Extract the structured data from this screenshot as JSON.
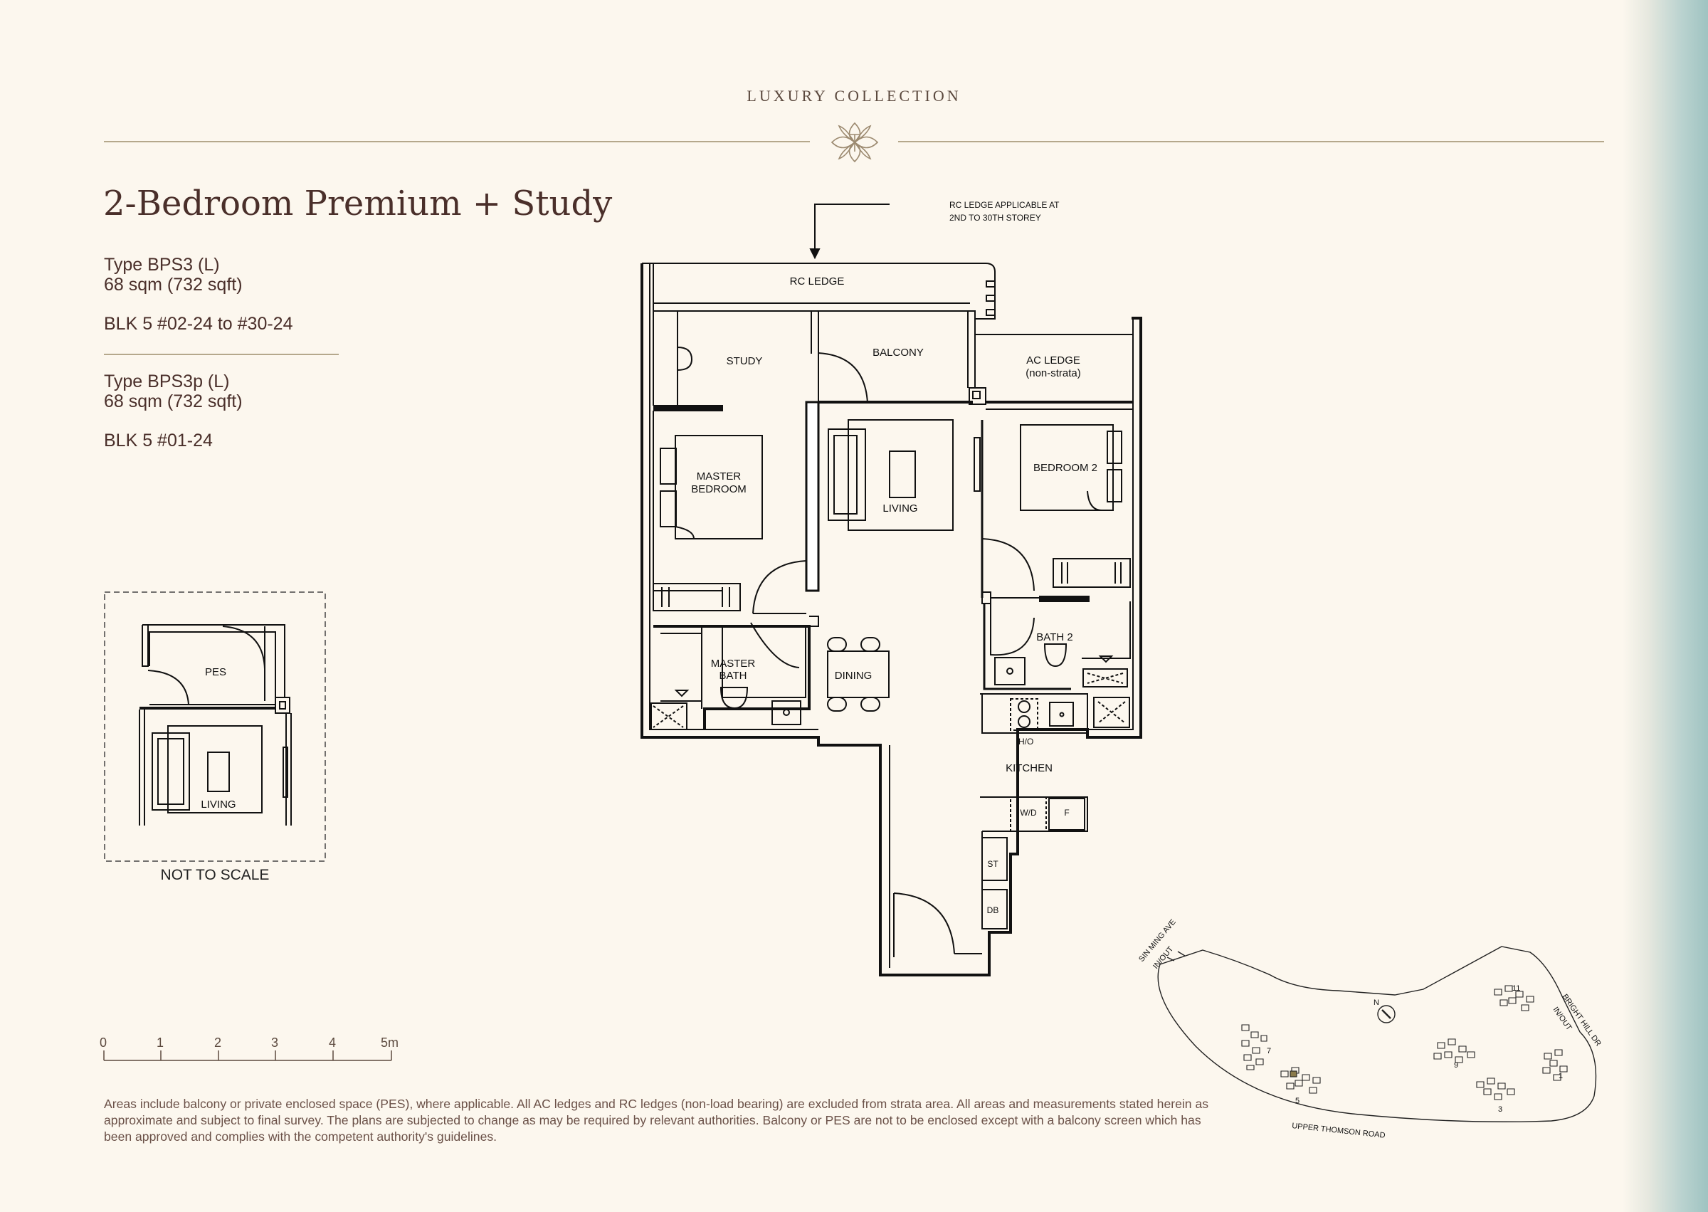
{
  "header": {
    "brand": "LUXURY COLLECTION"
  },
  "unit": {
    "title": "2-Bedroom Premium + Study",
    "type1": {
      "name": "Type BPS3 (L)",
      "area": "68 sqm (732 sqft)",
      "blk": "BLK 5 #02-24 to #30-24"
    },
    "type2": {
      "name": "Type BPS3p (L)",
      "area": "68 sqm (732 sqft)",
      "blk": "BLK 5 #01-24"
    }
  },
  "plan": {
    "ledge_note_line1": "RC LEDGE APPLICABLE AT",
    "ledge_note_line2": "2ND TO 30TH STOREY",
    "rooms": {
      "rc_ledge": "RC LEDGE",
      "study": "STUDY",
      "balcony": "BALCONY",
      "ac_ledge": "AC LEDGE",
      "ac_ledge_note": "(non-strata)",
      "master_bedroom_1": "MASTER",
      "master_bedroom_2": "BEDROOM",
      "living": "LIVING",
      "bedroom2": "BEDROOM 2",
      "master_bath_1": "MASTER",
      "master_bath_2": "BATH",
      "dining": "DINING",
      "bath2": "BATH 2",
      "iho": "IH/O",
      "kitchen": "KITCHEN",
      "wd": "W/D",
      "fridge": "F",
      "store": "ST",
      "db": "DB"
    }
  },
  "inset": {
    "pes": "PES",
    "living": "LIVING",
    "not_to_scale": "NOT TO SCALE"
  },
  "scale": {
    "labels": [
      "0",
      "1",
      "2",
      "3",
      "4",
      "5m"
    ]
  },
  "siteplan": {
    "roads": {
      "sin_ming": "SIN MING AVE",
      "sin_ming_io": "IN/OUT",
      "bright_hill": "BRIGHT HILL DR",
      "bright_hill_io": "IN/OUT",
      "upper_thomson": "UPPER THOMSON ROAD"
    },
    "blocks": [
      "7",
      "5",
      "9",
      "11",
      "3",
      "1"
    ],
    "north": "N"
  },
  "footer": {
    "disclaimer": "Areas include balcony or private enclosed space (PES), where applicable. All AC ledges and RC ledges (non-load bearing) are excluded from strata area. All areas and measurements stated herein as approximate and subject to final survey. The plans are subjected to change as may be required by relevant authorities. Balcony or PES are not to be enclosed except with a balcony screen which has been approved and complies with the competent authority's guidelines."
  }
}
